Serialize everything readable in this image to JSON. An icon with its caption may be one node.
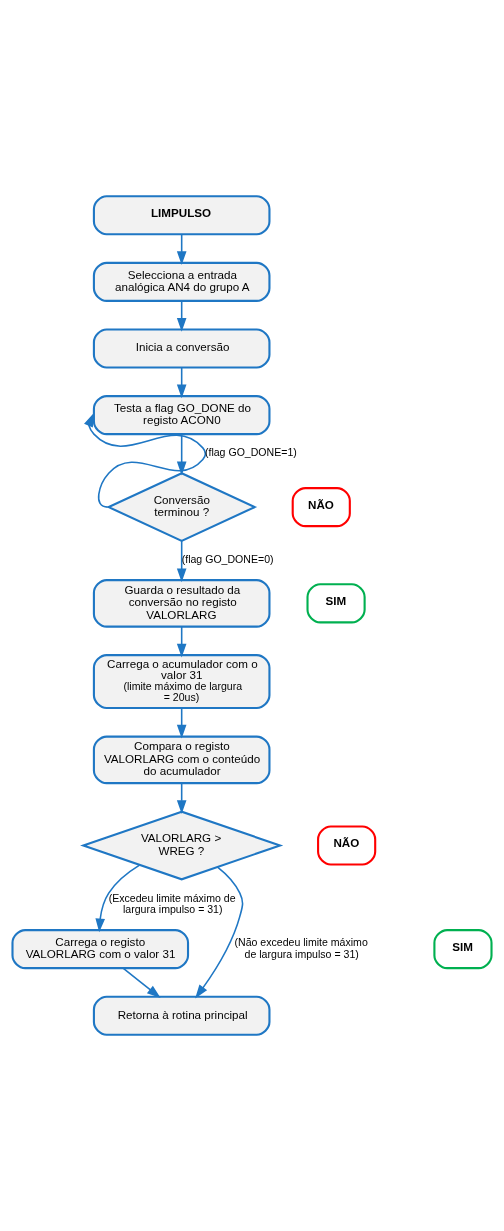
{
  "diagram": {
    "nodes": [
      {
        "text": [
          "LIMPULSO"
        ]
      },
      {
        "text": [
          "Selecciona a entrada analógica AN4 do grupo A"
        ]
      },
      {
        "text": [
          "Inicia a conversão"
        ]
      },
      {
        "text": [
          "Testa a flag GO_DONE do registo ACON0"
        ]
      },
      {
        "text": [
          "NÃO"
        ]
      },
      {
        "text": [
          "Conversão terminou ?"
        ]
      },
      {
        "text": [
          "SIM"
        ]
      },
      {
        "text": [
          "Guarda o resultado da conversão no registo VALORLARG"
        ]
      },
      {
        "text": [
          "Carrega o acumulador com o valor 31",
          "(limite máximo de largura = 20us)"
        ]
      },
      {
        "text": [
          "Compara o registo VALORLARG com o conteúdo do acumulador"
        ]
      },
      {
        "text": [
          "NÃO"
        ]
      },
      {
        "text": [
          "VALORLARG > WREG ?"
        ]
      },
      {
        "text": [
          "SIM"
        ]
      },
      {
        "text": [
          "Carrega o registo VALORLARG com o valor 31"
        ]
      },
      {
        "text": [
          "Retorna à rotina principal"
        ]
      }
    ],
    "edges": [
      {
        "from": 0,
        "to": 1,
        "arrow": "to"
      },
      {
        "from": 1,
        "to": 2,
        "arrow": "to"
      },
      {
        "from": 2,
        "to": 3,
        "arrow": "to"
      },
      {
        "from": 3,
        "to": 5,
        "arrow": "to"
      },
      {
        "from": 5,
        "to": 3,
        "arrow": "to",
        "label": "(flag GO_DONE=1)"
      },
      {
        "from": 5,
        "to": 7,
        "arrow": "to",
        "label": "(flag GO_DONE=0)"
      },
      {
        "from": 7,
        "to": 8,
        "arrow": "to"
      },
      {
        "from": 8,
        "to": 9,
        "arrow": "to"
      },
      {
        "from": 9,
        "to": 11,
        "arrow": "to"
      },
      {
        "from": 11,
        "to": 13,
        "arrow": "to",
        "label": "(Excedeu limite máximo de largura impulso = 31)"
      },
      {
        "from": 11,
        "to": 14,
        "arrow": "to",
        "label": "(Não excedeu limite máximo de largura impulso = 31)"
      },
      {
        "from": 13,
        "to": 14,
        "arrow": "to"
      }
    ]
  }
}
